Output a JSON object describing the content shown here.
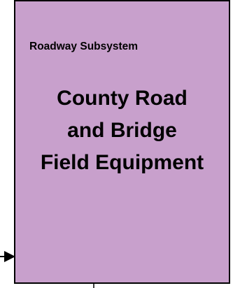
{
  "box": {
    "subsystem_label": "Roadway Subsystem",
    "title_lines": [
      "County Road",
      "and Bridge",
      "Field Equipment"
    ],
    "fill_color": "#c8a0cc",
    "border_color": "#000000"
  },
  "connectors": {
    "incoming_arrow_icon": "arrow-right-icon",
    "bottom_tick_icon": "connector-stub-icon"
  }
}
